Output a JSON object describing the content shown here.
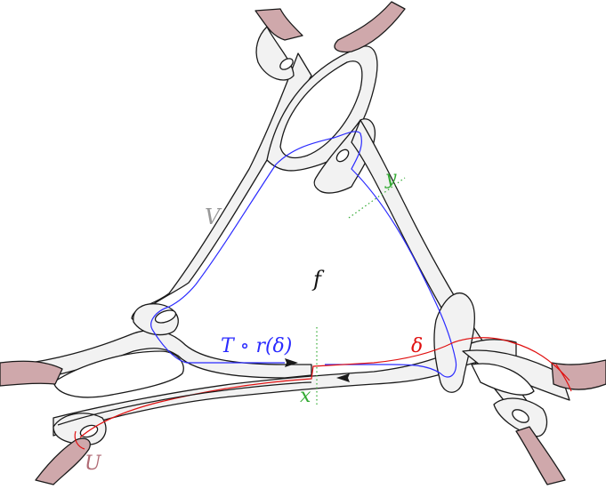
{
  "labels": {
    "V": "V",
    "f": "f",
    "T_r_delta": "T ∘ r(δ)",
    "delta": "δ",
    "x": "x",
    "y": "y",
    "U": "U"
  },
  "colors": {
    "surface_fill": "#f2f2f2",
    "surface_stroke": "#1a1a1a",
    "end_fill": "#cfa8ab",
    "blue_path": "#2b2bff",
    "red_path": "#e01010",
    "green_dotted": "#33aa33",
    "label_gray": "#999999",
    "label_rose": "#b06a74"
  }
}
